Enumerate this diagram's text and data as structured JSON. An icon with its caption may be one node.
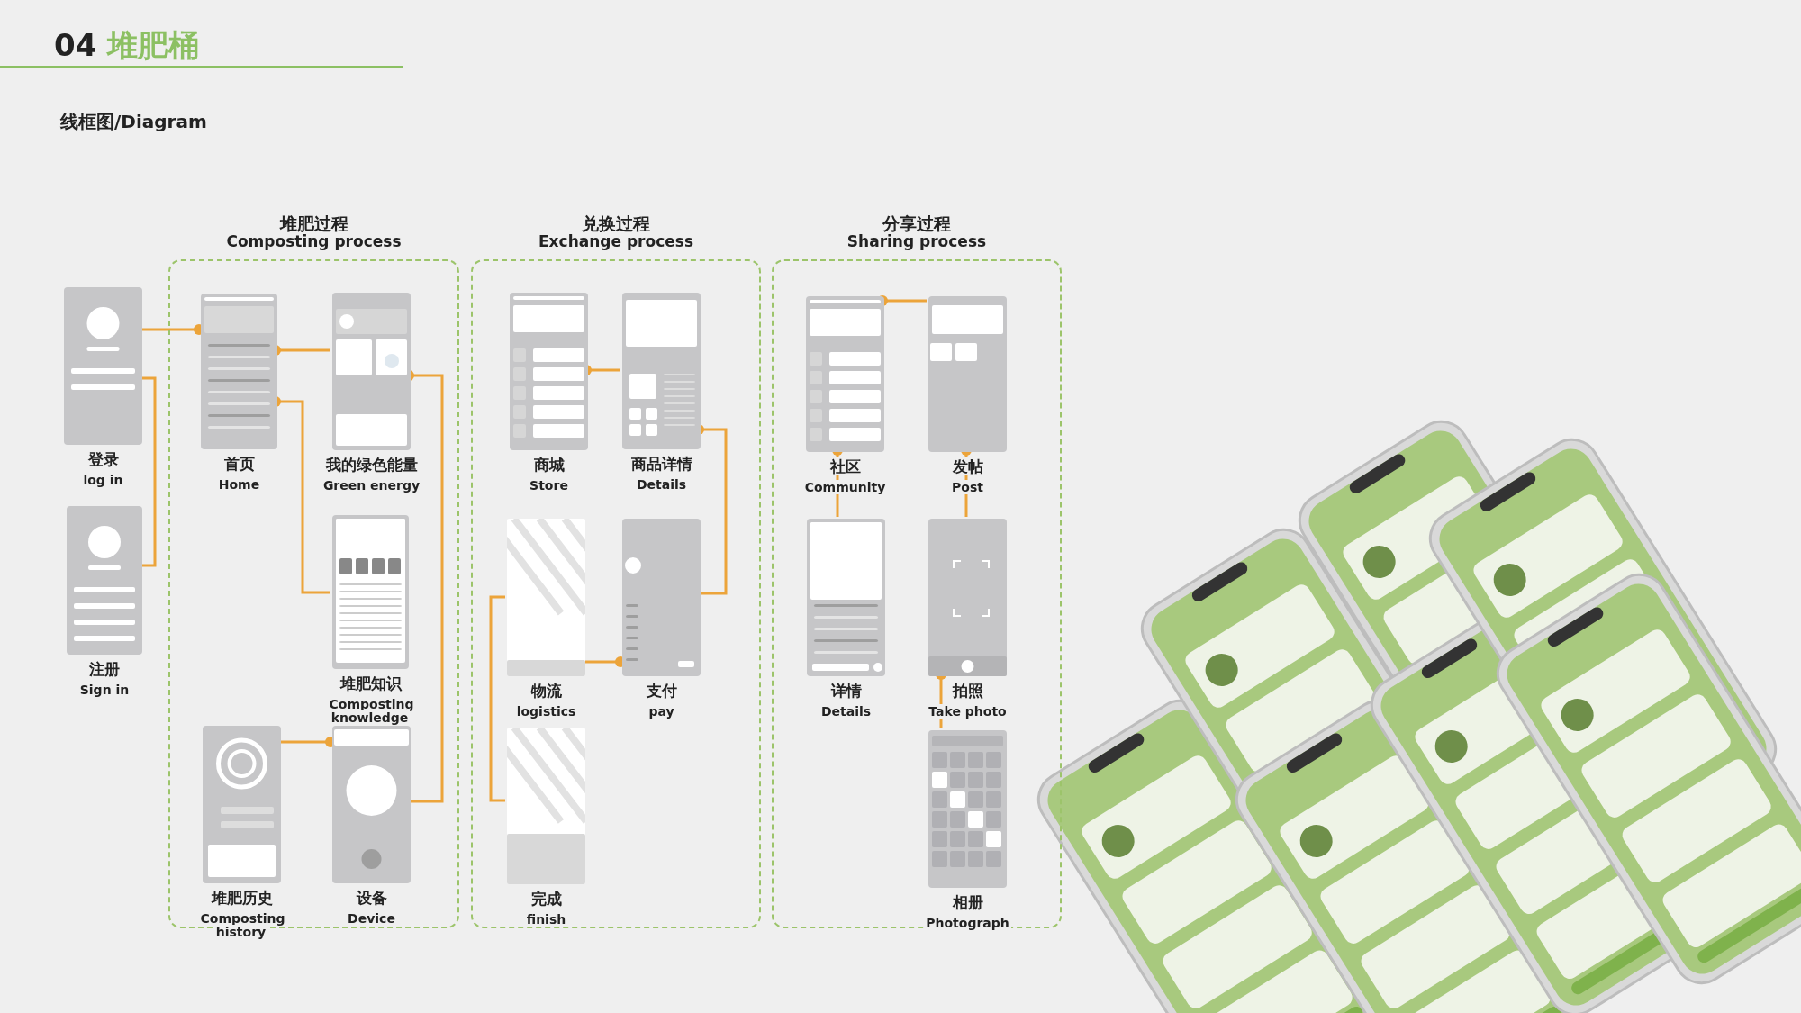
{
  "diagram": {
    "title": "04 堆肥桶",
    "nodes": [
      {
        "text": [
          "登录",
          "log in"
        ]
      },
      {
        "text": [
          "注册",
          "Sign in"
        ]
      },
      {
        "text": [
          "堆肥过程",
          "Composting process"
        ]
      },
      {
        "text": [
          "首页",
          "Home"
        ],
        "in": 2
      },
      {
        "text": [
          "我的绿色能量",
          "Green energy"
        ],
        "in": 2
      },
      {
        "text": [
          "堆肥知识",
          "Composting knowledge"
        ],
        "in": 2
      },
      {
        "text": [
          "堆肥历史",
          "Composting history"
        ],
        "in": 2
      },
      {
        "text": [
          "设备",
          "Device"
        ],
        "in": 2
      },
      {
        "text": [
          "兑换过程",
          "Exchange process"
        ]
      },
      {
        "text": [
          "商城",
          "Store"
        ],
        "in": 8
      },
      {
        "text": [
          "商品详情",
          "Details"
        ],
        "in": 8
      },
      {
        "text": [
          "物流",
          "logistics"
        ],
        "in": 8
      },
      {
        "text": [
          "支付",
          "pay"
        ],
        "in": 8
      },
      {
        "text": [
          "完成",
          "finish"
        ],
        "in": 8
      },
      {
        "text": [
          "分享过程",
          "Sharing process"
        ]
      },
      {
        "text": [
          "社区",
          "Community"
        ],
        "in": 14
      },
      {
        "text": [
          "发帖",
          "Post"
        ],
        "in": 14
      },
      {
        "text": [
          "详情",
          "Details"
        ],
        "in": 14
      },
      {
        "text": [
          "拍照",
          "Take photo"
        ],
        "in": 14
      },
      {
        "text": [
          "相册",
          "Photograph"
        ],
        "in": 14
      }
    ],
    "edges": [
      {
        "from": 0,
        "to": 1,
        "arrow": "none"
      },
      {
        "from": 0,
        "to": 3,
        "arrow": "other"
      },
      {
        "from": 4,
        "to": 3,
        "arrow": "other"
      },
      {
        "from": 5,
        "to": 3,
        "arrow": "other"
      },
      {
        "from": 7,
        "to": 4,
        "arrow": "other"
      },
      {
        "from": 6,
        "to": 7,
        "arrow": "other"
      },
      {
        "from": 10,
        "to": 9,
        "arrow": "other"
      },
      {
        "from": 12,
        "to": 10,
        "arrow": "other"
      },
      {
        "from": 11,
        "to": 12,
        "arrow": "other"
      },
      {
        "from": 11,
        "to": 13,
        "arrow": "none"
      },
      {
        "from": 16,
        "to": 15,
        "arrow": "other"
      },
      {
        "from": 17,
        "to": 15,
        "arrow": "other"
      },
      {
        "from": 18,
        "to": 16,
        "arrow": "other"
      },
      {
        "from": 19,
        "to": 18,
        "arrow": "other"
      }
    ],
    "labels": [
      "线框图/Diagram"
    ]
  }
}
